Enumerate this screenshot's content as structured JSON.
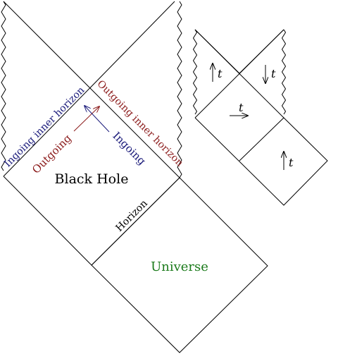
{
  "labels": {
    "black_hole": "Black Hole",
    "universe": "Universe",
    "horizon": "Horizon",
    "outgoing": "Outgoing",
    "ingoing": "Ingoing",
    "ingoing_inner_horizon": "Ingoing inner horizon",
    "outgoing_inner_horizon": "Outgoing inner horizon",
    "time_symbol": "t"
  },
  "colors": {
    "outgoing": "#8b1a1a",
    "ingoing": "#1a1a7a",
    "universe": "#1a7a1a",
    "ink": "#000000"
  }
}
